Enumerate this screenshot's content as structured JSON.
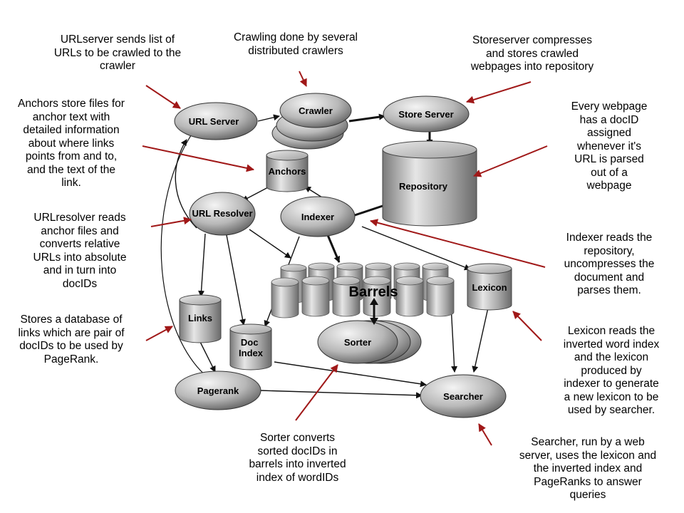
{
  "nodes": {
    "url_server": "URL Server",
    "crawler": "Crawler",
    "store_server": "Store Server",
    "anchors": "Anchors",
    "repository": "Repository",
    "url_resolver": "URL Resolver",
    "indexer": "Indexer",
    "barrels": "Barrels",
    "lexicon": "Lexicon",
    "links": "Links",
    "doc_index": "Doc\nIndex",
    "sorter": "Sorter",
    "pagerank": "Pagerank",
    "searcher": "Searcher"
  },
  "annotations": {
    "urlserver": "URLserver sends list of\nURLs to be crawled to the\ncrawler",
    "crawling": "Crawling done by several\ndistributed crawlers",
    "storeserver": "Storeserver compresses\nand stores crawled\nwebpages into repository",
    "anchors": "Anchors store files for\nanchor text with\ndetailed information\nabout where links\npoints from and to,\nand the text of the\nlink.",
    "docid": "Every webpage\nhas a docID\nassigned\nwhenever it's\nURL is parsed\nout of a\nwebpage",
    "urlresolver": "URLresolver reads\nanchor files and\nconverts relative\nURLs into absolute\nand in turn into\ndocIDs",
    "indexer": "Indexer reads the\nrepository,\nuncompresses the\ndocument and\nparses them.",
    "links": "Stores a database of\nlinks which are pair of\ndocIDs to be used by\nPageRank.",
    "lexicon": "Lexicon reads the\ninverted word index\nand the lexicon\nproduced by\nindexer to generate\na new lexicon to be\nused by searcher.",
    "sorter": "Sorter converts\nsorted docIDs in\nbarrels into inverted\nindex of wordIDs",
    "searcher": "Searcher, run by a web\nserver, uses the lexicon and\nthe inverted index and\nPageRanks to answer\nqueries"
  },
  "colors": {
    "pointer_arrow": "#a01818",
    "node_light": "#f2f2f2",
    "node_dark": "#5a5a5a",
    "edge": "#111111"
  }
}
